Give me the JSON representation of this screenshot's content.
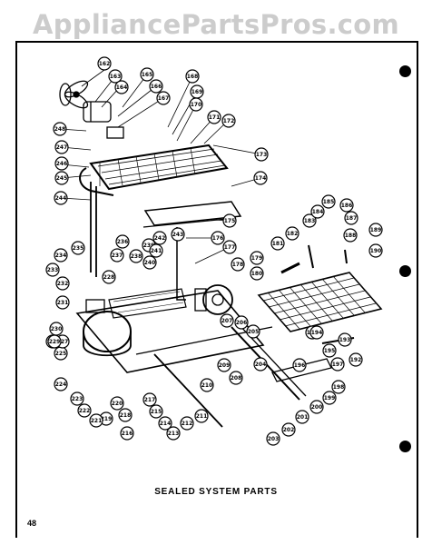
{
  "watermark": "AppliancePartsPros.com",
  "caption": "SEALED SYSTEM PARTS",
  "page_number": "48",
  "callouts": [
    "162",
    "163",
    "164",
    "165",
    "166",
    "167",
    "168",
    "169",
    "170",
    "171",
    "172",
    "173",
    "174",
    "175",
    "176",
    "177",
    "178",
    "179",
    "180",
    "181",
    "182",
    "183",
    "184",
    "185",
    "186",
    "187",
    "188",
    "189",
    "190",
    "191",
    "192",
    "193",
    "194",
    "195",
    "196",
    "197",
    "198",
    "199",
    "200",
    "201",
    "202",
    "203",
    "204",
    "205",
    "206",
    "207",
    "208",
    "209",
    "210",
    "211",
    "212",
    "213",
    "214",
    "215",
    "216",
    "217",
    "218",
    "219",
    "220",
    "221",
    "222",
    "223",
    "224",
    "225",
    "226",
    "227",
    "228",
    "229",
    "230",
    "231",
    "232",
    "233",
    "234",
    "235",
    "236",
    "237",
    "238",
    "239",
    "240",
    "241",
    "242",
    "243",
    "244",
    "245",
    "246",
    "247",
    "248"
  ]
}
